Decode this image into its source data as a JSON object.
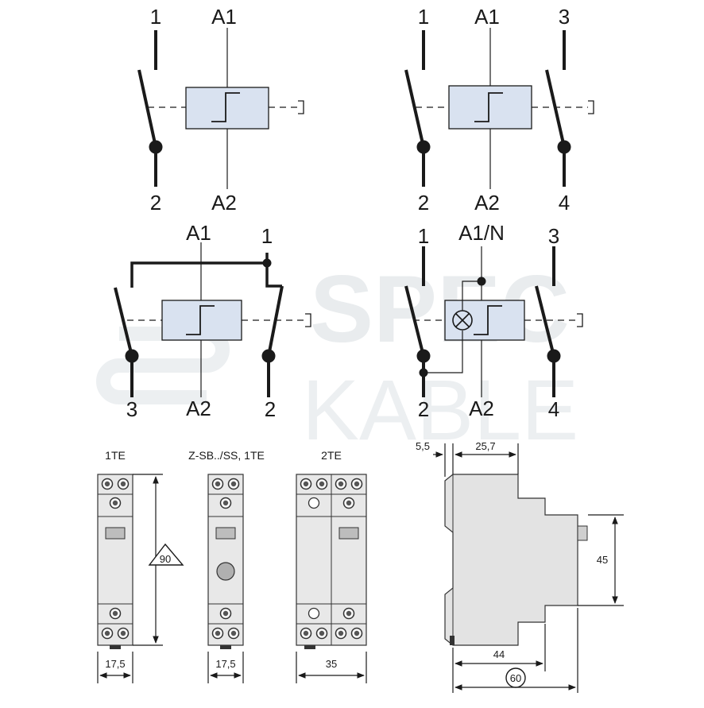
{
  "watermark": {
    "line1": "SPEC",
    "line2": "KABLE"
  },
  "schematics": {
    "s1": {
      "top_contact": "1",
      "bottom_contact": "2",
      "coil_top": "A1",
      "coil_bottom": "A2"
    },
    "s2": {
      "contact_a_top": "1",
      "contact_a_bottom": "2",
      "coil_top": "A1",
      "coil_bottom": "A2",
      "contact_b_top": "3",
      "contact_b_bottom": "4"
    },
    "s3": {
      "coil_top": "A1",
      "coil_bottom": "A2",
      "common_top": "1",
      "contact_left_bottom": "3",
      "contact_right_bottom": "2"
    },
    "s4": {
      "contact_a_top": "1",
      "contact_a_bottom": "2",
      "coil_top": "A1/N",
      "coil_bottom": "A2",
      "contact_b_top": "3",
      "contact_b_bottom": "4"
    }
  },
  "dimensions": {
    "module_1te": {
      "label": "1TE",
      "width": "17,5",
      "height": "90"
    },
    "module_zsb": {
      "label": "Z-SB../SS, 1TE",
      "width": "17,5"
    },
    "module_2te": {
      "label": "2TE",
      "width": "35"
    },
    "side_view": {
      "d1": "5,5",
      "d2": "25,7",
      "d3": "45",
      "d4": "44",
      "d5": "60"
    }
  },
  "colors": {
    "coil_fill": "#d9e2f0",
    "line": "#1a1a1a",
    "housing": "#e8e8e8"
  }
}
